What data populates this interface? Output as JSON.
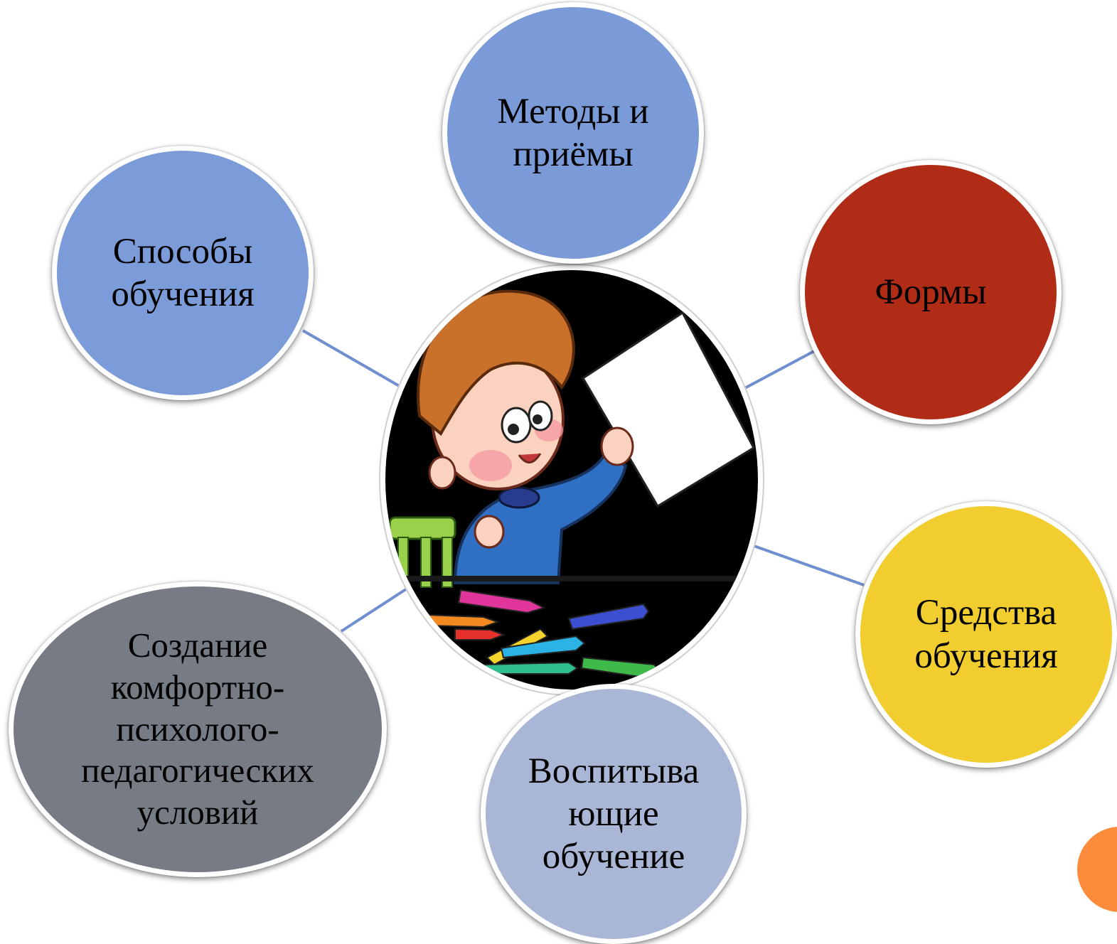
{
  "colors": {
    "connector": "#6f8fd0",
    "methods": "#7a9ad8",
    "ways": "#7b9bd9",
    "forms": "#b02c17",
    "means": "#f1cd2f",
    "upbringing": "#aab6d6",
    "comfort": "#767b84",
    "corner_accent": "#fc8c3b",
    "center_background": "#000000"
  },
  "nodes": {
    "methods": "Методы и\nприёмы",
    "ways": "Способы\nобучения",
    "forms": "Формы",
    "means": "Средства\nобучения",
    "upbringing": "Воспитыва\nющие\nобучение",
    "comfort": "Создание\nкомфортно-\nпсихолого-\nпедагогических\nусловий"
  },
  "center": {
    "image": "child-with-paper-and-pencils-illustration"
  }
}
